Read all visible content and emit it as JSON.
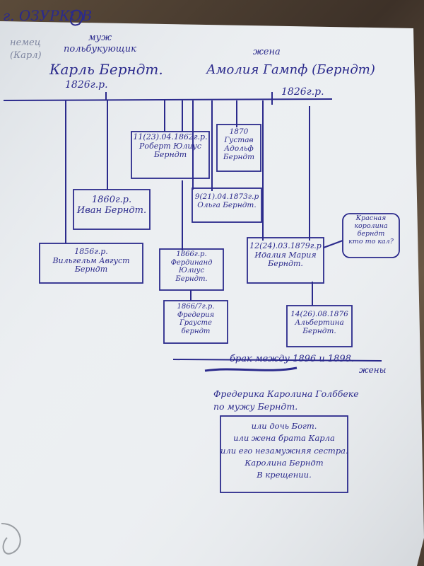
{
  "header": {
    "place": "г. ОЗУРКОВ",
    "husband_note": "муж\nпольбукующик",
    "father_name": "Карль Берндт.",
    "father_year": "1826г.р.",
    "side_note": "немец\n(Карл)",
    "wife_note": "жена",
    "mother_name": "Амолия Гампф (Берндт)",
    "mother_year": "1826г.р."
  },
  "children": [
    {
      "id": "robert",
      "text": "11(23).04.1862г.р.\nРоберт Юлиус\nБерндт"
    },
    {
      "id": "gustav",
      "text": "1870\nГустав\nАдольф\nБерндт"
    },
    {
      "id": "ivan",
      "text": "1860г.р.\nИван Берндт."
    },
    {
      "id": "olga",
      "text": "9(21).04.1873г.р\nОльга Берндт."
    },
    {
      "id": "wilhelm",
      "text": "1856г.р.\nВильгельм Август\nБерндт"
    },
    {
      "id": "ferdinand",
      "text": "1866г.р.\nФердинанд\nЮлиус\nБерндт."
    },
    {
      "id": "idalia",
      "text": "12(24).03.1879г.р\nИдалия Мария\nБерндт."
    },
    {
      "id": "frederika",
      "text": "1866/7г.р.\nФредерия\nГраусте\nберндт"
    },
    {
      "id": "albertina",
      "text": "14(26).08.1876\nАльбертина\nБерндт."
    }
  ],
  "annotations": {
    "red_cross_note": "Красная\nкоролина\nберндт\nкто то кал?",
    "marriage_line": "брак между 1896 и 1898.",
    "wife_label": "жены",
    "frederika_husband": "Фредерика Каролина Голббеке\nпо мужу Берндт.",
    "alt_note": "или дочь Богт.\nили жена брата Карла\nили его незамужняя сестра.\nКаролина Берндт\nВ крещении."
  }
}
